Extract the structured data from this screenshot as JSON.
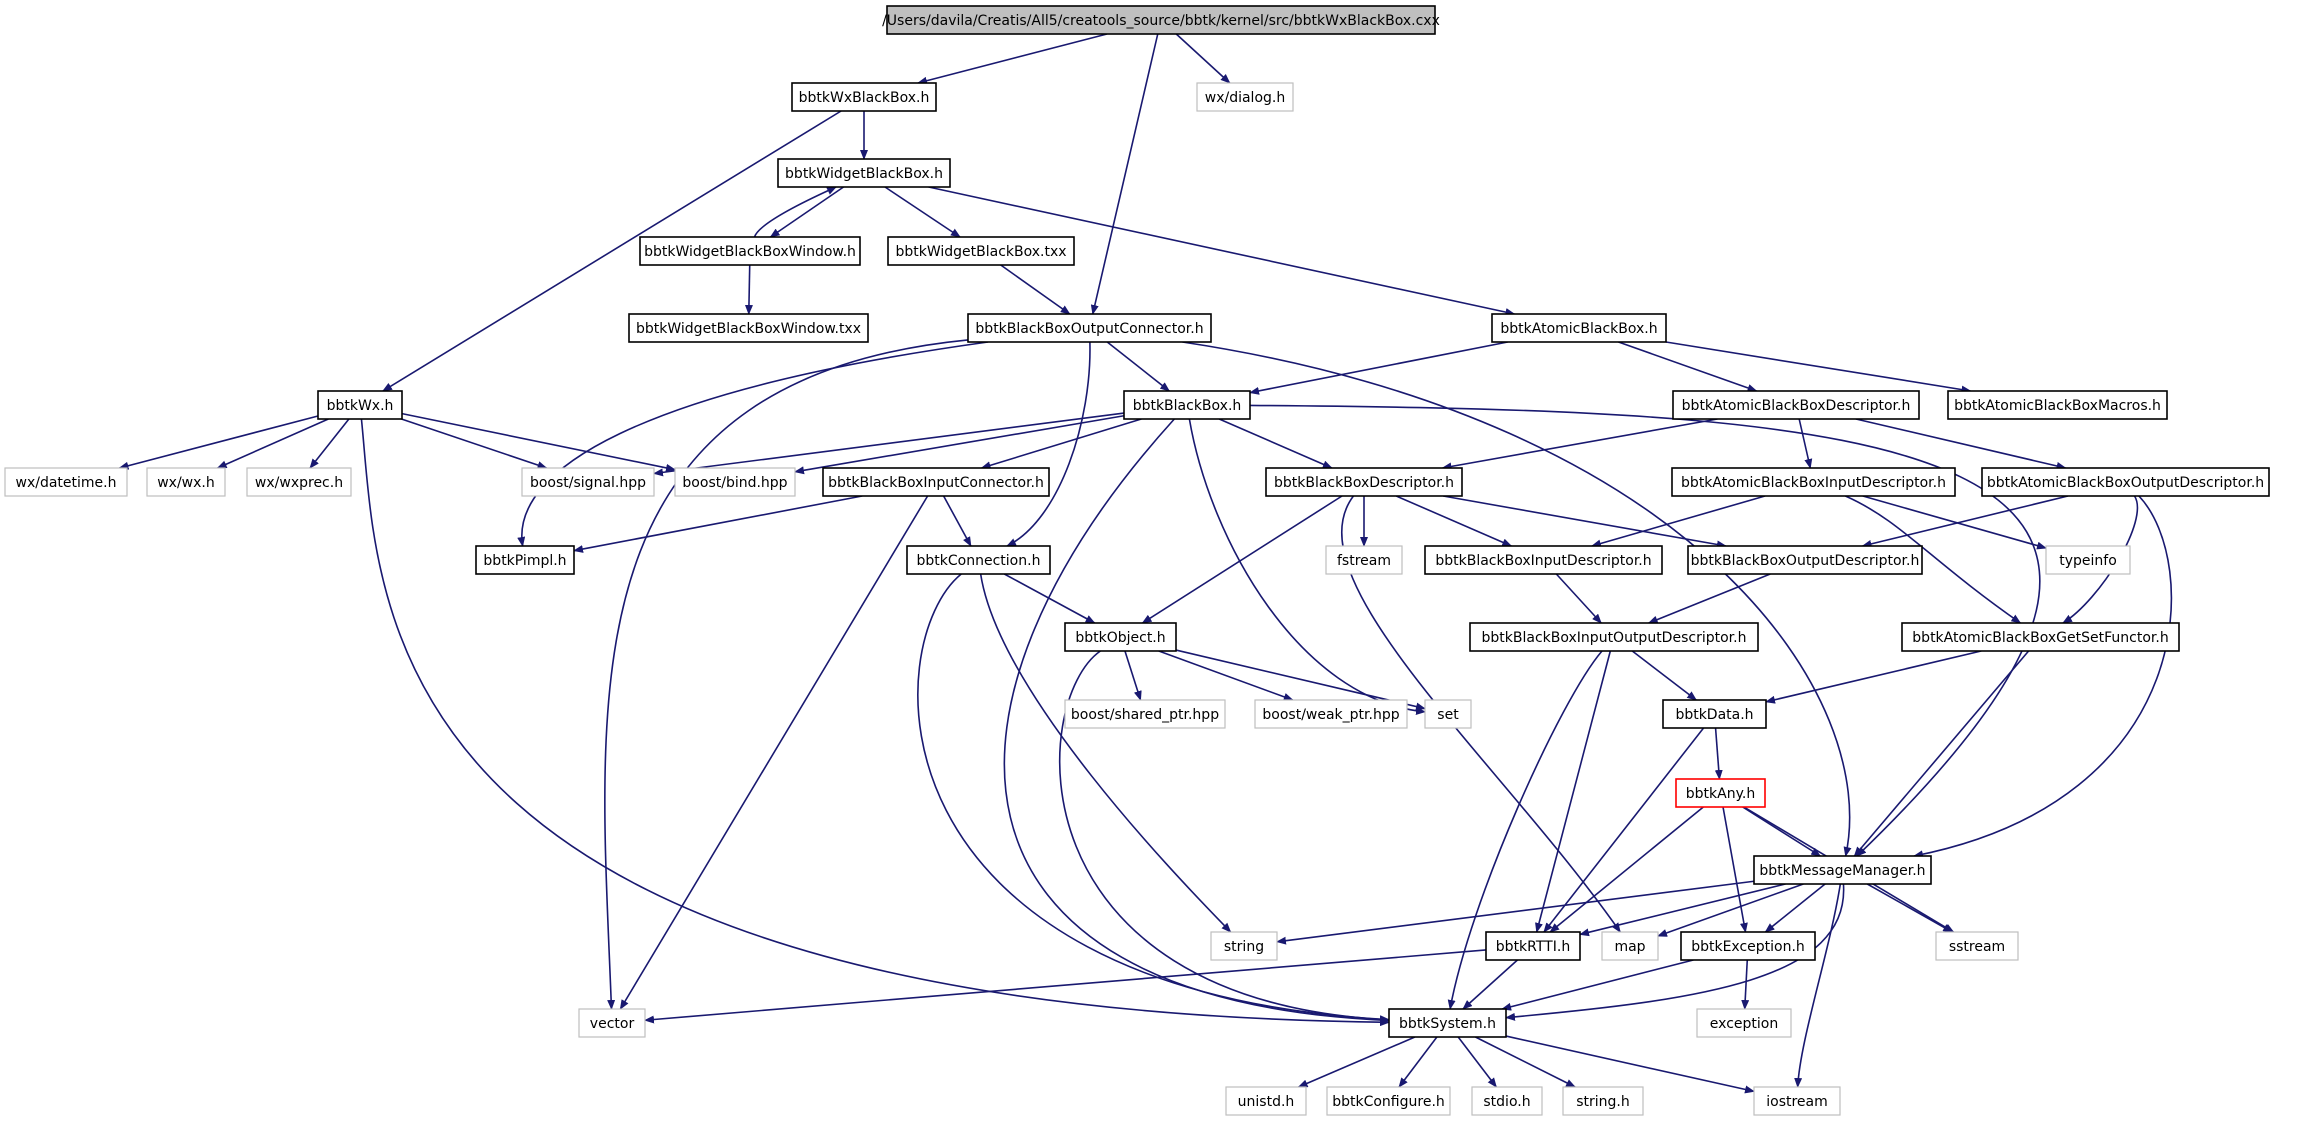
{
  "nodes": [
    {
      "id": "root",
      "label": "/Users/davila/Creatis/All5/creatools_source/bbtk/kernel/src/bbtkWxBlackBox.cxx",
      "kind": "root"
    },
    {
      "id": "wxblackbox",
      "label": "bbtkWxBlackBox.h",
      "kind": "local"
    },
    {
      "id": "wxdialog",
      "label": "wx/dialog.h",
      "kind": "external"
    },
    {
      "id": "widgetbb",
      "label": "bbtkWidgetBlackBox.h",
      "kind": "local"
    },
    {
      "id": "widgetbbwindow",
      "label": "bbtkWidgetBlackBoxWindow.h",
      "kind": "local"
    },
    {
      "id": "widgetbbtxx",
      "label": "bbtkWidgetBlackBox.txx",
      "kind": "local"
    },
    {
      "id": "widgetbbwindowtxx",
      "label": "bbtkWidgetBlackBoxWindow.txx",
      "kind": "local"
    },
    {
      "id": "outconn",
      "label": "bbtkBlackBoxOutputConnector.h",
      "kind": "local"
    },
    {
      "id": "atomicbb",
      "label": "bbtkAtomicBlackBox.h",
      "kind": "local"
    },
    {
      "id": "wxh",
      "label": "bbtkWx.h",
      "kind": "local"
    },
    {
      "id": "blackbox",
      "label": "bbtkBlackBox.h",
      "kind": "local"
    },
    {
      "id": "atomicdesc",
      "label": "bbtkAtomicBlackBoxDescriptor.h",
      "kind": "local"
    },
    {
      "id": "atomicmacros",
      "label": "bbtkAtomicBlackBoxMacros.h",
      "kind": "local"
    },
    {
      "id": "wxdatetime",
      "label": "wx/datetime.h",
      "kind": "external"
    },
    {
      "id": "wxwx",
      "label": "wx/wx.h",
      "kind": "external"
    },
    {
      "id": "wxwxprec",
      "label": "wx/wxprec.h",
      "kind": "external"
    },
    {
      "id": "boostsignal",
      "label": "boost/signal.hpp",
      "kind": "external"
    },
    {
      "id": "boostbind",
      "label": "boost/bind.hpp",
      "kind": "external"
    },
    {
      "id": "inconn",
      "label": "bbtkBlackBoxInputConnector.h",
      "kind": "local"
    },
    {
      "id": "bbdesc",
      "label": "bbtkBlackBoxDescriptor.h",
      "kind": "local"
    },
    {
      "id": "atomicindesc",
      "label": "bbtkAtomicBlackBoxInputDescriptor.h",
      "kind": "local"
    },
    {
      "id": "atomicoutdesc",
      "label": "bbtkAtomicBlackBoxOutputDescriptor.h",
      "kind": "local"
    },
    {
      "id": "pimpl",
      "label": "bbtkPimpl.h",
      "kind": "local"
    },
    {
      "id": "connection",
      "label": "bbtkConnection.h",
      "kind": "local"
    },
    {
      "id": "fstream",
      "label": "fstream",
      "kind": "external"
    },
    {
      "id": "bbindesc",
      "label": "bbtkBlackBoxInputDescriptor.h",
      "kind": "local"
    },
    {
      "id": "bboutdesc",
      "label": "bbtkBlackBoxOutputDescriptor.h",
      "kind": "local"
    },
    {
      "id": "typeinfo",
      "label": "typeinfo",
      "kind": "external"
    },
    {
      "id": "object",
      "label": "bbtkObject.h",
      "kind": "local"
    },
    {
      "id": "bbiodesc",
      "label": "bbtkBlackBoxInputOutputDescriptor.h",
      "kind": "local"
    },
    {
      "id": "getset",
      "label": "bbtkAtomicBlackBoxGetSetFunctor.h",
      "kind": "local"
    },
    {
      "id": "sharedptr",
      "label": "boost/shared_ptr.hpp",
      "kind": "external"
    },
    {
      "id": "weakptr",
      "label": "boost/weak_ptr.hpp",
      "kind": "external"
    },
    {
      "id": "set",
      "label": "set",
      "kind": "external"
    },
    {
      "id": "data",
      "label": "bbtkData.h",
      "kind": "local"
    },
    {
      "id": "any",
      "label": "bbtkAny.h",
      "kind": "truncated"
    },
    {
      "id": "msgmgr",
      "label": "bbtkMessageManager.h",
      "kind": "local"
    },
    {
      "id": "string",
      "label": "string",
      "kind": "external"
    },
    {
      "id": "rtti",
      "label": "bbtkRTTI.h",
      "kind": "local"
    },
    {
      "id": "map",
      "label": "map",
      "kind": "external"
    },
    {
      "id": "exception_h",
      "label": "bbtkException.h",
      "kind": "local"
    },
    {
      "id": "sstream",
      "label": "sstream",
      "kind": "external"
    },
    {
      "id": "vector",
      "label": "vector",
      "kind": "external"
    },
    {
      "id": "system",
      "label": "bbtkSystem.h",
      "kind": "local"
    },
    {
      "id": "exception",
      "label": "exception",
      "kind": "external"
    },
    {
      "id": "unistd",
      "label": "unistd.h",
      "kind": "external"
    },
    {
      "id": "configure",
      "label": "bbtkConfigure.h",
      "kind": "external"
    },
    {
      "id": "stdio",
      "label": "stdio.h",
      "kind": "external"
    },
    {
      "id": "stringh",
      "label": "string.h",
      "kind": "external"
    },
    {
      "id": "iostream",
      "label": "iostream",
      "kind": "external"
    }
  ],
  "edges": [
    [
      "root",
      "wxblackbox"
    ],
    [
      "root",
      "outconn"
    ],
    [
      "root",
      "wxdialog"
    ],
    [
      "wxblackbox",
      "widgetbb"
    ],
    [
      "wxblackbox",
      "wxh"
    ],
    [
      "widgetbb",
      "widgetbbwindow"
    ],
    [
      "widgetbbwindow",
      "widgetbb"
    ],
    [
      "widgetbb",
      "widgetbbtxx"
    ],
    [
      "widgetbb",
      "atomicbb"
    ],
    [
      "widgetbbwindow",
      "widgetbbwindowtxx"
    ],
    [
      "widgetbbtxx",
      "outconn"
    ],
    [
      "outconn",
      "blackbox"
    ],
    [
      "outconn",
      "connection"
    ],
    [
      "outconn",
      "pimpl"
    ],
    [
      "outconn",
      "vector"
    ],
    [
      "outconn",
      "msgmgr"
    ],
    [
      "atomicbb",
      "blackbox"
    ],
    [
      "atomicbb",
      "atomicdesc"
    ],
    [
      "atomicbb",
      "atomicmacros"
    ],
    [
      "wxh",
      "wxdatetime"
    ],
    [
      "wxh",
      "wxwx"
    ],
    [
      "wxh",
      "wxwxprec"
    ],
    [
      "wxh",
      "boostsignal"
    ],
    [
      "wxh",
      "boostbind"
    ],
    [
      "wxh",
      "system"
    ],
    [
      "blackbox",
      "boostsignal"
    ],
    [
      "blackbox",
      "boostbind"
    ],
    [
      "blackbox",
      "inconn"
    ],
    [
      "blackbox",
      "bbdesc"
    ],
    [
      "blackbox",
      "msgmgr"
    ],
    [
      "blackbox",
      "system"
    ],
    [
      "blackbox",
      "set"
    ],
    [
      "atomicdesc",
      "bbdesc"
    ],
    [
      "atomicdesc",
      "atomicindesc"
    ],
    [
      "atomicdesc",
      "atomicoutdesc"
    ],
    [
      "inconn",
      "pimpl"
    ],
    [
      "inconn",
      "connection"
    ],
    [
      "inconn",
      "vector"
    ],
    [
      "bbdesc",
      "object"
    ],
    [
      "bbdesc",
      "fstream"
    ],
    [
      "bbdesc",
      "bbindesc"
    ],
    [
      "bbdesc",
      "bboutdesc"
    ],
    [
      "bbdesc",
      "map"
    ],
    [
      "atomicindesc",
      "bbindesc"
    ],
    [
      "atomicindesc",
      "getset"
    ],
    [
      "atomicindesc",
      "typeinfo"
    ],
    [
      "atomicoutdesc",
      "bboutdesc"
    ],
    [
      "atomicoutdesc",
      "getset"
    ],
    [
      "atomicoutdesc",
      "msgmgr"
    ],
    [
      "connection",
      "object"
    ],
    [
      "connection",
      "system"
    ],
    [
      "connection",
      "string"
    ],
    [
      "bbindesc",
      "bbiodesc"
    ],
    [
      "bboutdesc",
      "bbiodesc"
    ],
    [
      "object",
      "sharedptr"
    ],
    [
      "object",
      "weakptr"
    ],
    [
      "object",
      "set"
    ],
    [
      "object",
      "system"
    ],
    [
      "bbiodesc",
      "data"
    ],
    [
      "bbiodesc",
      "rtti"
    ],
    [
      "bbiodesc",
      "system"
    ],
    [
      "getset",
      "data"
    ],
    [
      "getset",
      "msgmgr"
    ],
    [
      "data",
      "any"
    ],
    [
      "data",
      "rtti"
    ],
    [
      "any",
      "msgmgr"
    ],
    [
      "any",
      "rtti"
    ],
    [
      "any",
      "exception_h"
    ],
    [
      "any",
      "sstream"
    ],
    [
      "msgmgr",
      "string"
    ],
    [
      "msgmgr",
      "rtti"
    ],
    [
      "msgmgr",
      "map"
    ],
    [
      "msgmgr",
      "exception_h"
    ],
    [
      "msgmgr",
      "sstream"
    ],
    [
      "msgmgr",
      "system"
    ],
    [
      "msgmgr",
      "iostream"
    ],
    [
      "rtti",
      "vector"
    ],
    [
      "rtti",
      "system"
    ],
    [
      "exception_h",
      "system"
    ],
    [
      "exception_h",
      "exception"
    ],
    [
      "system",
      "unistd"
    ],
    [
      "system",
      "configure"
    ],
    [
      "system",
      "stdio"
    ],
    [
      "system",
      "stringh"
    ],
    [
      "system",
      "iostream"
    ]
  ],
  "colors": {
    "edge": "#191970",
    "local_border": "#000000",
    "external_border": "#bfbfbf",
    "truncated_border": "#ff0000",
    "root_fill": "#bfbfbf",
    "text": "#000000"
  }
}
